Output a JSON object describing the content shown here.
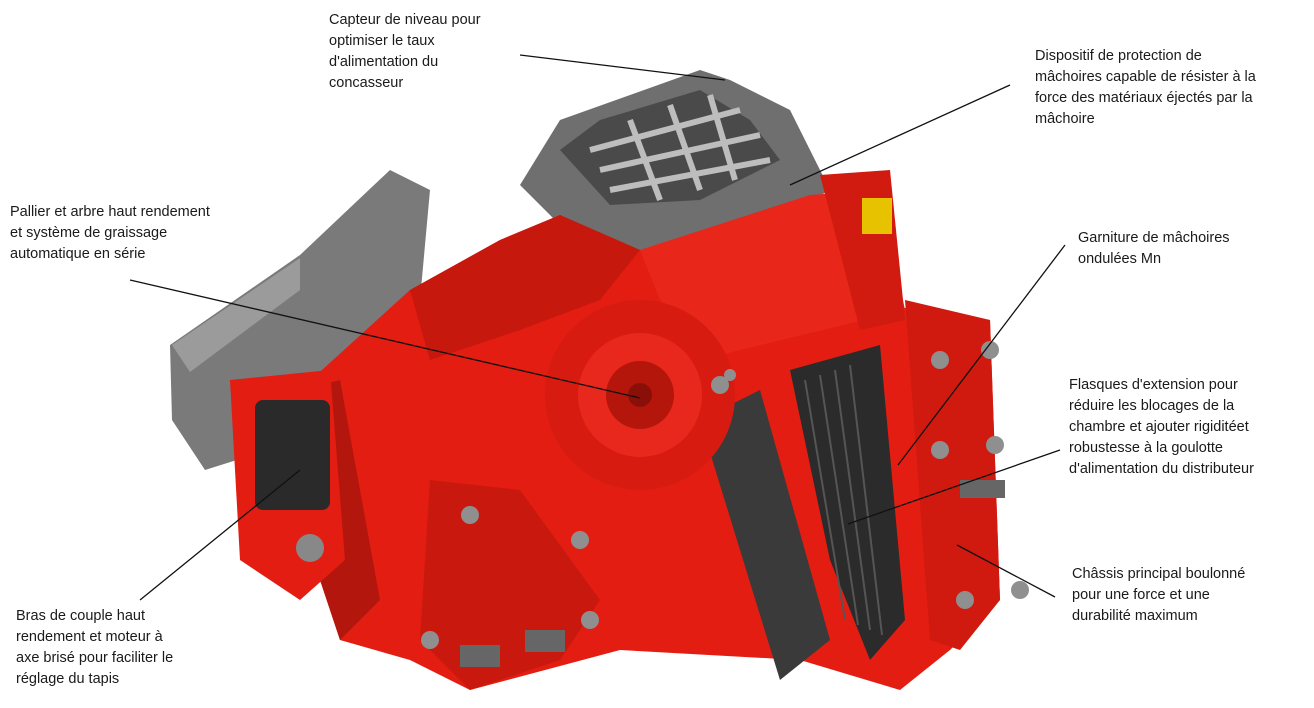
{
  "callouts": [
    {
      "id": "level-sensor",
      "text": "Capteur de niveau pour\noptimiser le taux\nd'alimentation du\nconcasseur"
    },
    {
      "id": "jaw-protection",
      "text": "Dispositif de protection de\nmâchoires capable de résister à la\nforce des matériaux éjectés par la\nmâchoire"
    },
    {
      "id": "bearing-shaft",
      "text": "Pallier et arbre haut rendement\net système de graissage\nautomatique en série"
    },
    {
      "id": "jaw-lining",
      "text": "Garniture de mâchoires\nondulées Mn"
    },
    {
      "id": "extension-flanges",
      "text": "Flasques d'extension pour\nréduire les blocages de la\nchambre et ajouter rigiditéet\nrobustesse à la goulotte\nd'alimentation  du distributeur"
    },
    {
      "id": "torque-arm",
      "text": "Bras de couple haut\nrendement et moteur à\naxe brisé pour faciliter le\nréglage du tapis"
    },
    {
      "id": "main-frame",
      "text": "Châssis principal boulonné\npour une force et une\ndurabilité maximum"
    }
  ],
  "colors": {
    "red": "#e31d12",
    "dark_red": "#a8140c",
    "grey": "#7c7c7c",
    "light_grey": "#a9a9a9",
    "dark": "#2a2a2a",
    "line": "#111111"
  }
}
